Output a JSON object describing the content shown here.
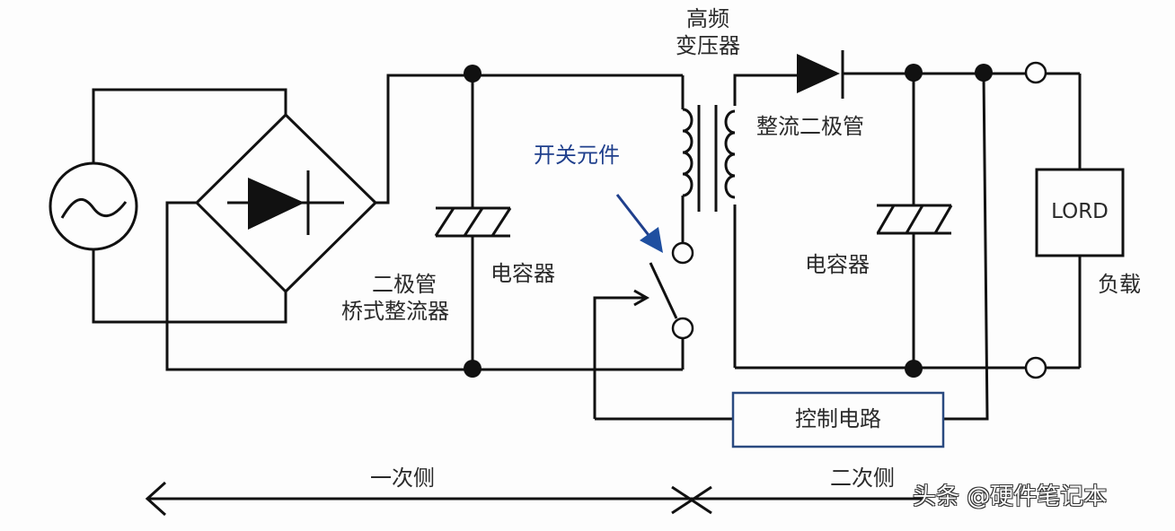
{
  "labels": {
    "transformer": [
      "高频",
      "变压器"
    ],
    "bridge_rectifier": [
      "二极管",
      "桥式整流器"
    ],
    "primary_capacitor": "电容器",
    "switch_element": "开关元件",
    "rectifier_diode": "整流二极管",
    "secondary_capacitor": "电容器",
    "load_box": "LORD",
    "load": "负载",
    "control_circuit": "控制电路",
    "primary_side": "一次侧",
    "secondary_side": "二次侧",
    "watermark": "头条 @硬件笔记本"
  },
  "colors": {
    "wire": "#111111",
    "accent_blue": "#1f4fa0",
    "control_box_border": "#2a4a80"
  }
}
